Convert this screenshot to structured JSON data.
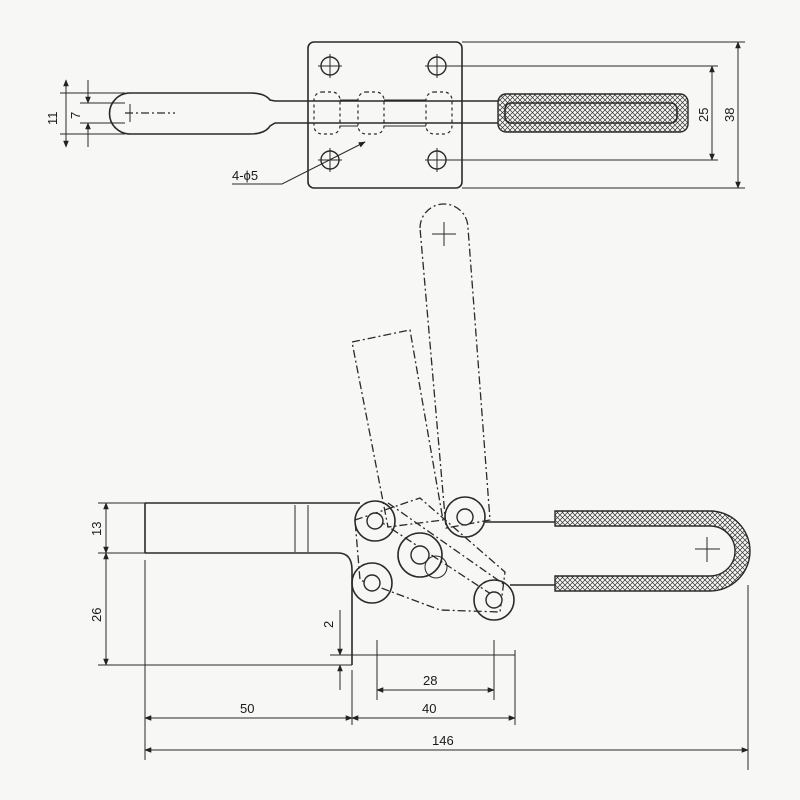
{
  "top_view": {
    "dim_11": "11",
    "dim_7": "7",
    "dim_25": "25",
    "dim_38": "38",
    "hole_callout": "4-ϕ5"
  },
  "side_view": {
    "dim_13": "13",
    "dim_26": "26",
    "dim_2": "2",
    "dim_28": "28",
    "dim_50": "50",
    "dim_40": "40",
    "dim_146": "146"
  }
}
